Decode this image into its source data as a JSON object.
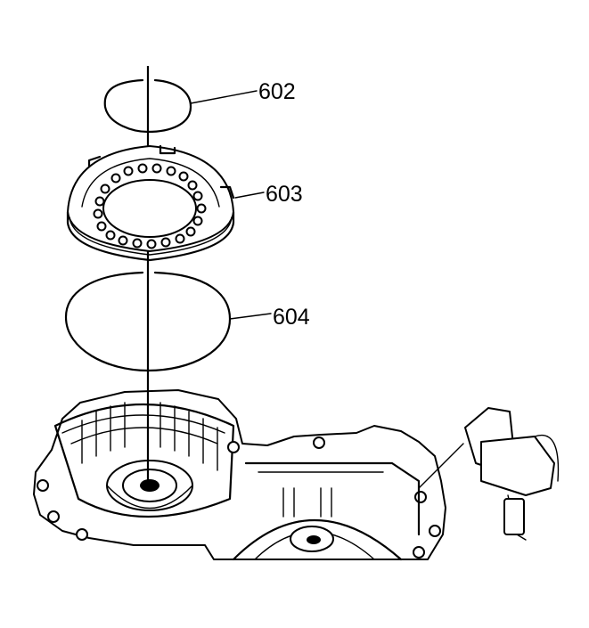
{
  "callouts": [
    {
      "id": "602",
      "label": "602"
    },
    {
      "id": "603",
      "label": "603"
    },
    {
      "id": "604",
      "label": "604"
    }
  ],
  "colors": {
    "ink": "#000000",
    "paper": "#ffffff"
  }
}
